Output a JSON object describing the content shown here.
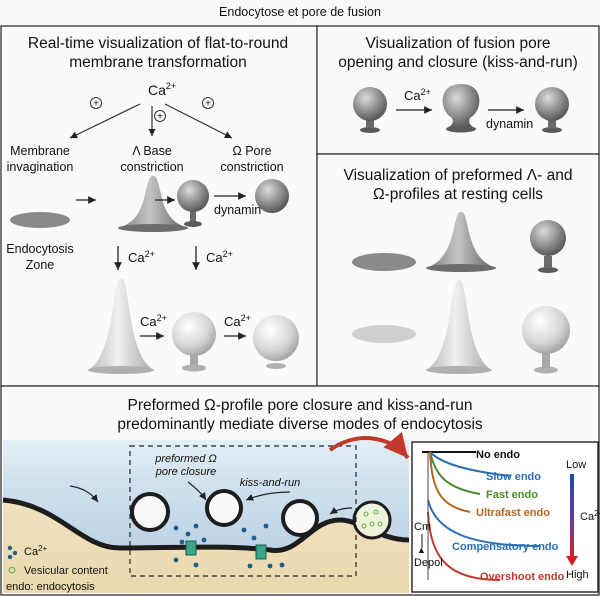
{
  "page_title": "Endocytose et pore de fusion",
  "panel_a": {
    "title_line1": "Real-time visualization of flat-to-round",
    "title_line2": "membrane transformation",
    "ca_top": "Ca",
    "plus": "+",
    "label_invag_1": "Membrane",
    "label_invag_2": "invagination",
    "label_base_1": "Λ Base",
    "label_base_2": "constriction",
    "label_pore_1": "Ω Pore",
    "label_pore_2": "constriction",
    "dynamin": "dynamin",
    "zone_1": "Endocytosis",
    "zone_2": "Zone",
    "ca_label": "Ca",
    "sup": "2+"
  },
  "panel_b": {
    "title_line1": "Visualization of fusion pore",
    "title_line2": "opening and closure (kiss-and-run)",
    "ca_label": "Ca",
    "dynamin": "dynamin"
  },
  "panel_c": {
    "title_line1": "Visualization of preformed Λ- and",
    "title_line2": "Ω-profiles at resting cells"
  },
  "panel_d": {
    "title_line1": "Preformed Ω-profile pore closure and kiss-and-run",
    "title_line2": "predominantly mediate diverse modes of endocytosis",
    "preformed_1": "preformed Ω",
    "preformed_2": "pore closure",
    "kiss": "kiss-and-run",
    "legend_ca": "Ca",
    "legend_vesicular": "Vesicular content",
    "legend_endo": "endo: endocytosis"
  },
  "graph": {
    "no_endo": "No endo",
    "slow_endo": "Slow endo",
    "fast_endo": "Fast endo",
    "ultrafast_endo": "Ultrafast endo",
    "compensatory_endo": "Compensatory endo",
    "overshoot_endo": "Overshoot endo",
    "cm": "Cm",
    "depol": "Depol",
    "low": "Low",
    "high": "High",
    "ca_axis": "Ca",
    "colors": {
      "no_endo": "#111111",
      "slow_endo": "#2a6fb5",
      "fast_endo": "#4a8a2a",
      "ultrafast_endo": "#b5651d",
      "compensatory_endo": "#2a6fb5",
      "overshoot_endo": "#c0392b"
    }
  }
}
